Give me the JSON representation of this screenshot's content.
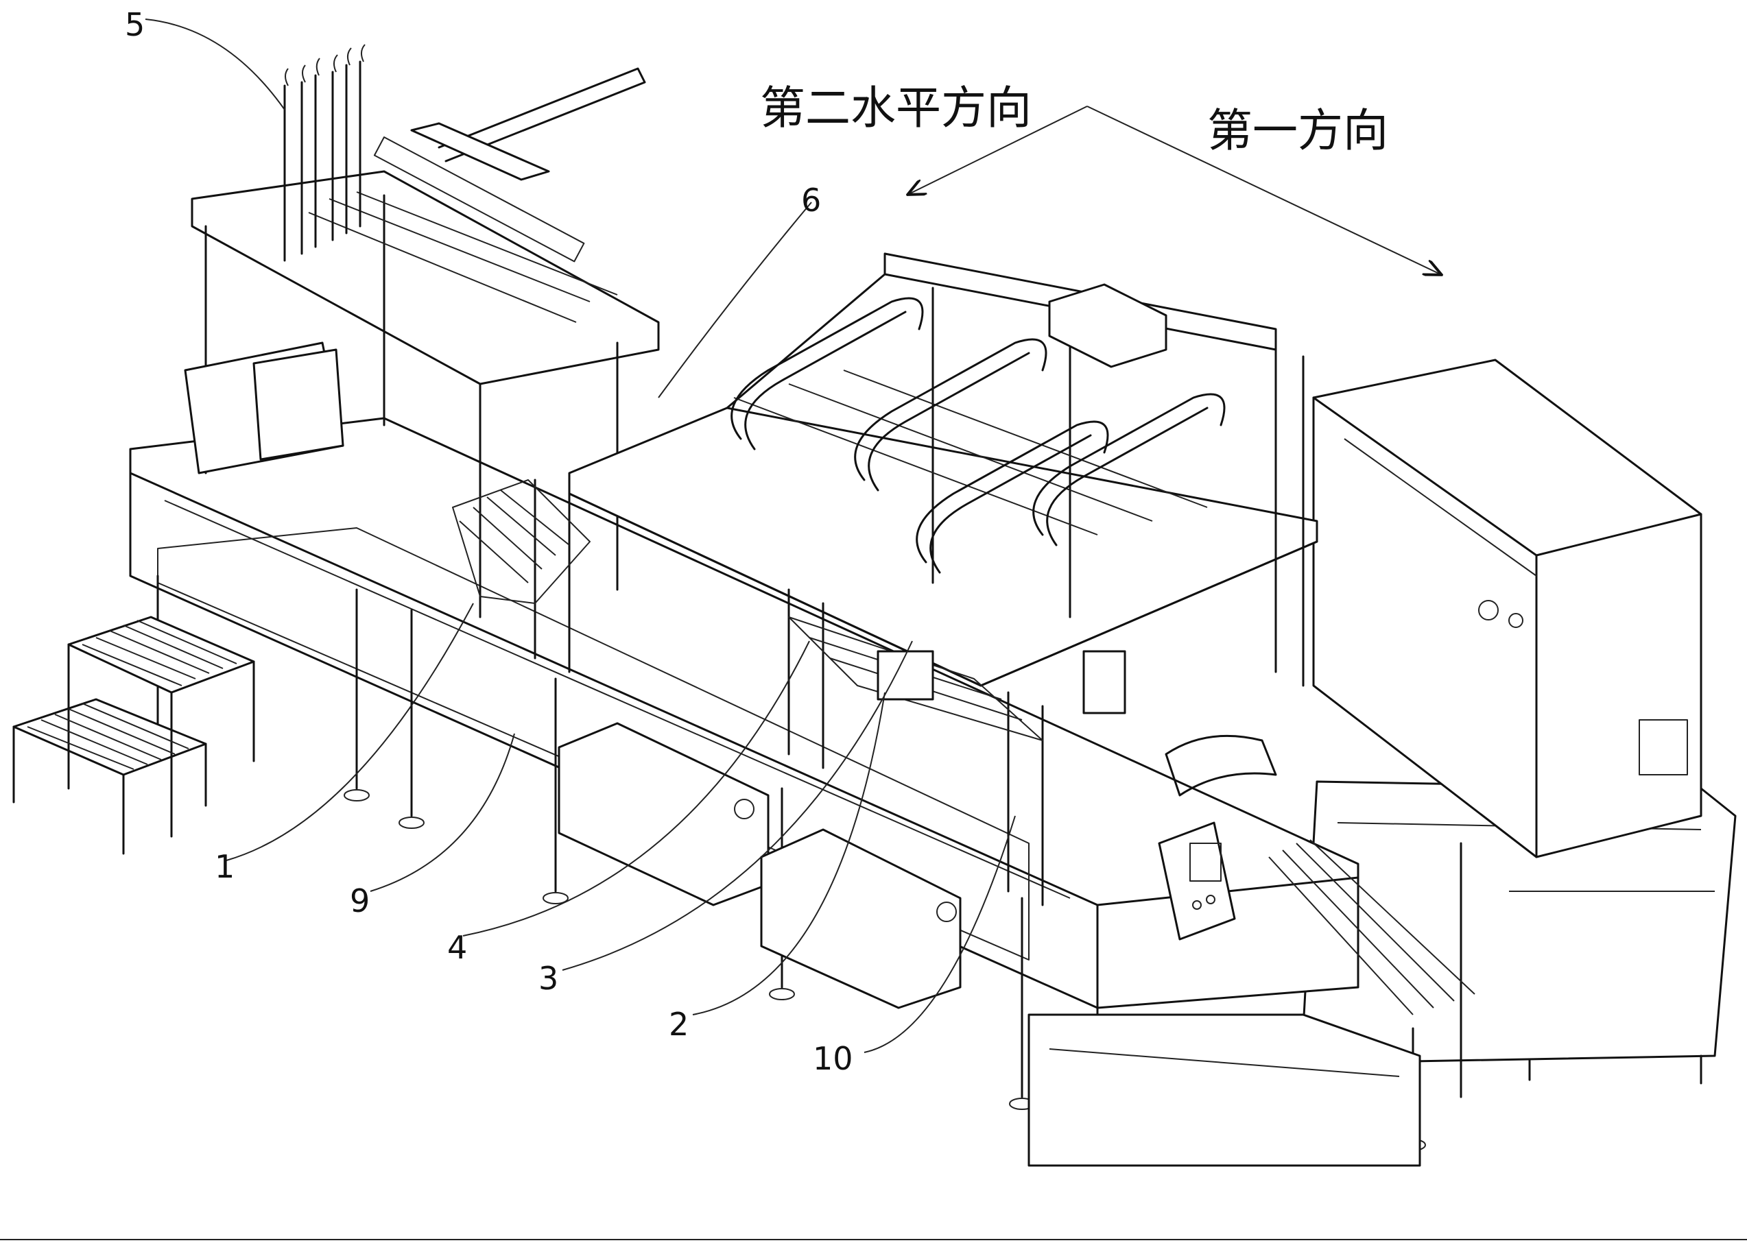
{
  "directions": {
    "second_horizontal": "第二水平方向",
    "first": "第一方向"
  },
  "reference_numerals": {
    "n5": "5",
    "n6": "6",
    "n1": "1",
    "n9": "9",
    "n4": "4",
    "n3": "3",
    "n2": "2",
    "n10": "10"
  }
}
